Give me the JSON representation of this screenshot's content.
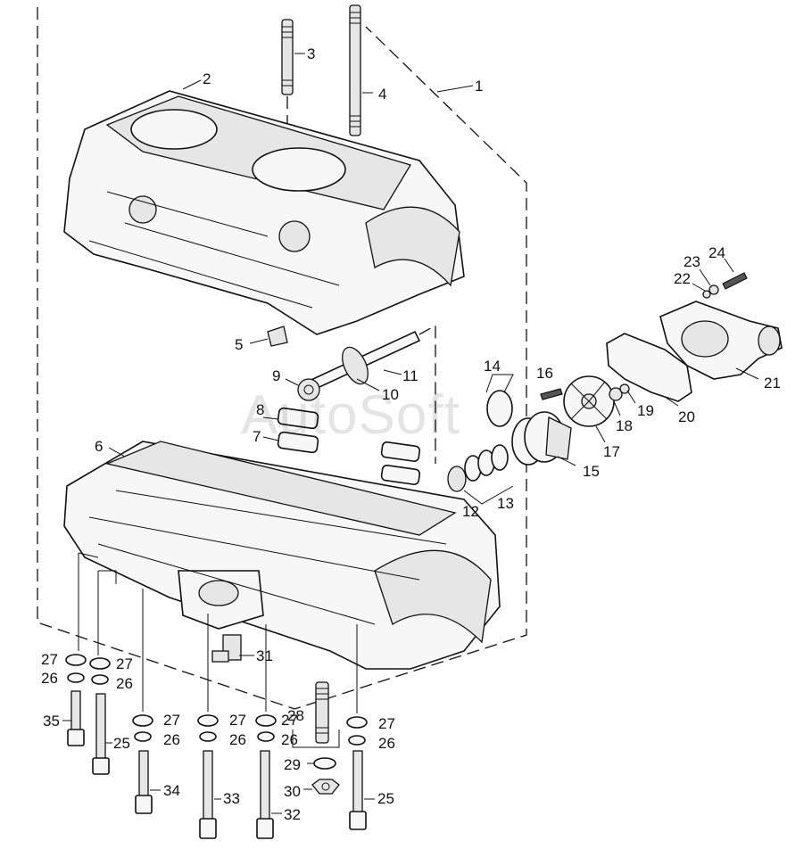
{
  "watermark": "AutoSoft",
  "callouts": [
    {
      "key": "c1",
      "text": "1"
    },
    {
      "key": "c2",
      "text": "2"
    },
    {
      "key": "c3",
      "text": "3"
    },
    {
      "key": "c4",
      "text": "4"
    },
    {
      "key": "c5",
      "text": "5"
    },
    {
      "key": "c6",
      "text": "6"
    },
    {
      "key": "c7",
      "text": "7"
    },
    {
      "key": "c8",
      "text": "8"
    },
    {
      "key": "c9",
      "text": "9"
    },
    {
      "key": "c10",
      "text": "10"
    },
    {
      "key": "c11",
      "text": "11"
    },
    {
      "key": "c12",
      "text": "12"
    },
    {
      "key": "c13",
      "text": "13"
    },
    {
      "key": "c14",
      "text": "14"
    },
    {
      "key": "c15",
      "text": "15"
    },
    {
      "key": "c16",
      "text": "16"
    },
    {
      "key": "c17",
      "text": "17"
    },
    {
      "key": "c18",
      "text": "18"
    },
    {
      "key": "c19",
      "text": "19"
    },
    {
      "key": "c20",
      "text": "20"
    },
    {
      "key": "c21",
      "text": "21"
    },
    {
      "key": "c22",
      "text": "22"
    },
    {
      "key": "c23",
      "text": "23"
    },
    {
      "key": "c24",
      "text": "24"
    },
    {
      "key": "c25a",
      "text": "25"
    },
    {
      "key": "c25b",
      "text": "25"
    },
    {
      "key": "c26a",
      "text": "26"
    },
    {
      "key": "c26b",
      "text": "26"
    },
    {
      "key": "c26c",
      "text": "26"
    },
    {
      "key": "c26d",
      "text": "26"
    },
    {
      "key": "c26e",
      "text": "26"
    },
    {
      "key": "c26f",
      "text": "26"
    },
    {
      "key": "c27a",
      "text": "27"
    },
    {
      "key": "c27b",
      "text": "27"
    },
    {
      "key": "c27c",
      "text": "27"
    },
    {
      "key": "c27d",
      "text": "27"
    },
    {
      "key": "c27e",
      "text": "27"
    },
    {
      "key": "c27f",
      "text": "27"
    },
    {
      "key": "c28",
      "text": "28"
    },
    {
      "key": "c29",
      "text": "29"
    },
    {
      "key": "c30",
      "text": "30"
    },
    {
      "key": "c31",
      "text": "31"
    },
    {
      "key": "c32",
      "text": "32"
    },
    {
      "key": "c33",
      "text": "33"
    },
    {
      "key": "c34",
      "text": "34"
    },
    {
      "key": "c35",
      "text": "35"
    }
  ]
}
